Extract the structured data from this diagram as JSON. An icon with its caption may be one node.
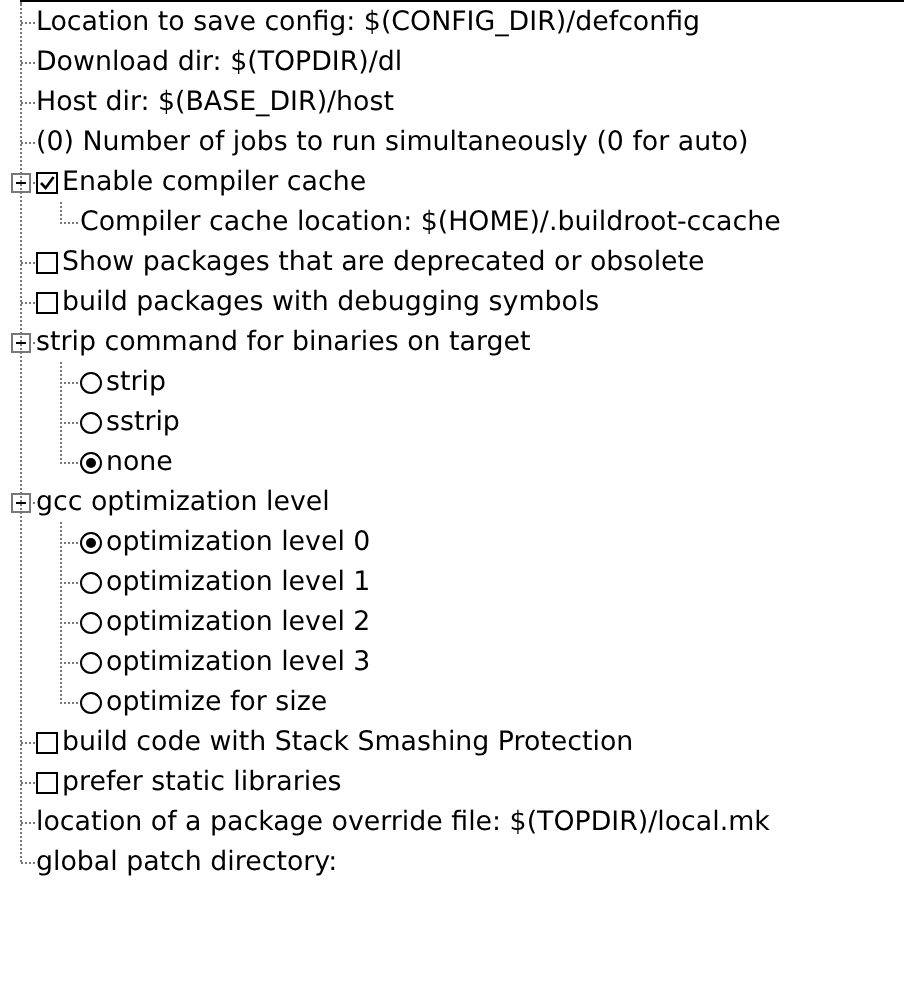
{
  "diagram": {
    "nodes": [
      {
        "text": [
          "Location to save config: $(CONFIG_DIR)/defconfig"
        ]
      },
      {
        "text": [
          "Download dir: $(TOPDIR)/dl"
        ]
      },
      {
        "text": [
          "Host dir: $(BASE_DIR)/host"
        ]
      },
      {
        "text": [
          "(0) Number of jobs to run simultaneously (0 for auto)"
        ]
      },
      {
        "text": [
          "Enable compiler cache"
        ]
      },
      {
        "text": [
          "Compiler cache location: $(HOME)/.buildroot-ccache"
        ]
      },
      {
        "text": [
          "Show packages that are deprecated or obsolete"
        ]
      },
      {
        "text": [
          "build packages with debugging symbols"
        ]
      },
      {
        "text": [
          "strip command for binaries on target"
        ]
      },
      {
        "text": [
          "strip"
        ]
      },
      {
        "text": [
          "sstrip"
        ]
      },
      {
        "text": [
          "none"
        ]
      },
      {
        "text": [
          "gcc optimization level"
        ]
      },
      {
        "text": [
          "optimization level 0"
        ]
      },
      {
        "text": [
          "optimization level 1"
        ]
      },
      {
        "text": [
          "optimization level 2"
        ]
      },
      {
        "text": [
          "optimization level 3"
        ]
      },
      {
        "text": [
          "optimize for size"
        ]
      },
      {
        "text": [
          "build code with Stack Smashing Protection"
        ]
      },
      {
        "text": [
          "prefer static libraries"
        ]
      },
      {
        "text": [
          "location of a package override file: $(TOPDIR)/local.mk"
        ]
      },
      {
        "text": [
          "global patch directory:"
        ]
      },
      {
        "text": [],
        "shape": "bar"
      }
    ],
    "edges": [
      {
        "from": 22,
        "to": 0,
        "arrow": "none"
      },
      {
        "from": 22,
        "to": 1,
        "arrow": "none"
      },
      {
        "from": 22,
        "to": 2,
        "arrow": "none"
      },
      {
        "from": 22,
        "to": 3,
        "arrow": "none"
      },
      {
        "from": 22,
        "to": 4,
        "arrow": "other"
      },
      {
        "from": 22,
        "to": 6,
        "arrow": "none"
      },
      {
        "from": 22,
        "to": 7,
        "arrow": "none"
      },
      {
        "from": 22,
        "to": 8,
        "arrow": "other"
      },
      {
        "from": 22,
        "to": 12,
        "arrow": "other"
      },
      {
        "from": 22,
        "to": 18,
        "arrow": "none"
      },
      {
        "from": 22,
        "to": 19,
        "arrow": "none"
      },
      {
        "from": 22,
        "to": 20,
        "arrow": "none"
      },
      {
        "from": 22,
        "to": 21,
        "arrow": "none"
      },
      {
        "from": 4,
        "to": 5,
        "arrow": "none"
      },
      {
        "from": 8,
        "to": 9,
        "arrow": "none"
      },
      {
        "from": 8,
        "to": 10,
        "arrow": "none"
      },
      {
        "from": 8,
        "to": 11,
        "arrow": "none"
      },
      {
        "from": 12,
        "to": 13,
        "arrow": "none"
      },
      {
        "from": 12,
        "to": 14,
        "arrow": "none"
      },
      {
        "from": 12,
        "to": 15,
        "arrow": "none"
      },
      {
        "from": 12,
        "to": 16,
        "arrow": "none"
      },
      {
        "from": 12,
        "to": 17,
        "arrow": "none"
      }
    ]
  }
}
